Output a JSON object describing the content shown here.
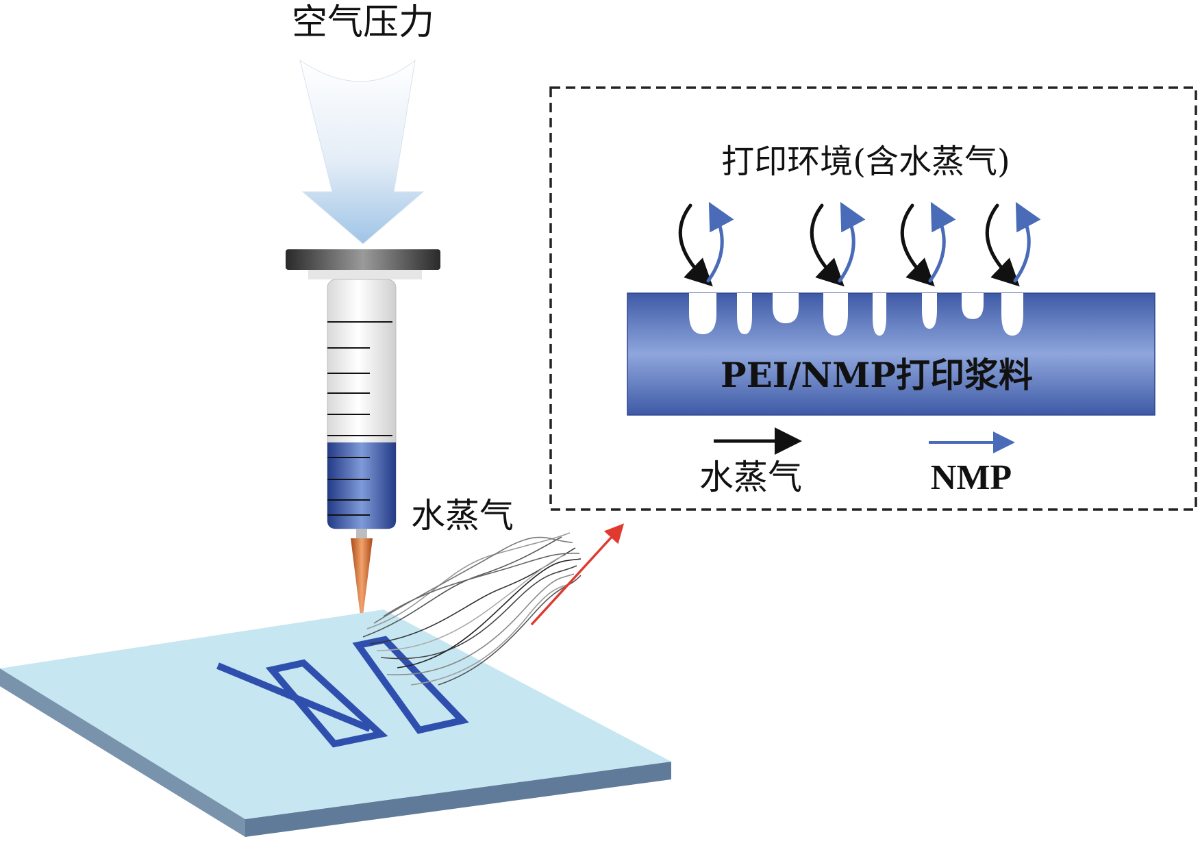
{
  "labels": {
    "air_pressure": "空气压力",
    "water_vapor_left": "水蒸气",
    "environment": "打印环境(含水蒸气)",
    "slurry": "PEI/NMP打印浆料",
    "legend_water": "水蒸气",
    "legend_nmp": "NMP"
  },
  "colors": {
    "water_arrow": "#111111",
    "nmp_arrow": "#4a6bb8",
    "slurry_band": "#5c78c2",
    "substrate_top": "#c6e6f1",
    "substrate_side": "#6f8aa6",
    "pattern": "#2f4fae",
    "pointer_arrow": "#e03a2f",
    "nozzle": "#d06a2e"
  }
}
